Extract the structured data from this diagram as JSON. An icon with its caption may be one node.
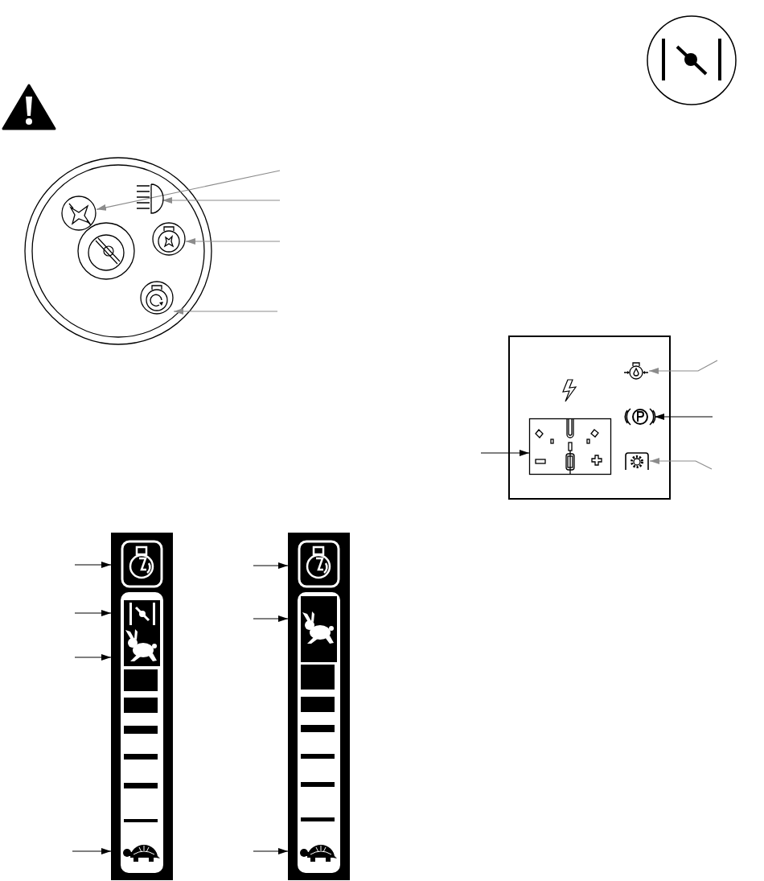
{
  "diagram": {
    "nodes": [
      {
        "text": [],
        "shape": "circle"
      },
      {
        "text": [],
        "shape": "picture"
      },
      {
        "text": [],
        "shape": "circle"
      },
      {
        "text": [],
        "shape": "circle"
      },
      {
        "text": [],
        "shape": "picture"
      },
      {
        "text": [],
        "shape": "picture"
      },
      {
        "text": [],
        "shape": "box"
      },
      {
        "text": [],
        "shape": "picture"
      },
      {
        "text": [],
        "shape": "picture"
      },
      {
        "text": [],
        "shape": "picture"
      },
      {
        "text": [],
        "shape": "picture"
      },
      {
        "text": [],
        "shape": "picture"
      },
      {
        "text": [],
        "shape": "picture"
      },
      {
        "text": [],
        "shape": "picture"
      },
      {
        "text": [],
        "shape": "picture"
      }
    ],
    "edges": [
      {
        "from": null,
        "to": 0,
        "arrow": "to",
        "color": "#8c8c8c"
      },
      {
        "from": null,
        "to": 1,
        "arrow": "to",
        "color": "#8c8c8c"
      },
      {
        "from": null,
        "to": 2,
        "arrow": "to",
        "color": "#8c8c8c"
      },
      {
        "from": null,
        "to": 3,
        "arrow": "to",
        "color": "#8c8c8c"
      },
      {
        "from": null,
        "to": 4,
        "arrow": "to",
        "color": "#8c8c8c"
      },
      {
        "from": null,
        "to": 5,
        "arrow": "to"
      },
      {
        "from": null,
        "to": 6,
        "arrow": "to"
      },
      {
        "from": null,
        "to": 7,
        "arrow": "to",
        "color": "#8c8c8c"
      },
      {
        "from": null,
        "to": 8,
        "arrow": "to"
      },
      {
        "from": null,
        "to": 9,
        "arrow": "to"
      },
      {
        "from": null,
        "to": 10,
        "arrow": "to"
      },
      {
        "from": null,
        "to": 11,
        "arrow": "to"
      },
      {
        "from": null,
        "to": 12,
        "arrow": "to"
      },
      {
        "from": null,
        "to": 13,
        "arrow": "to"
      },
      {
        "from": null,
        "to": 14,
        "arrow": "to"
      }
    ]
  }
}
